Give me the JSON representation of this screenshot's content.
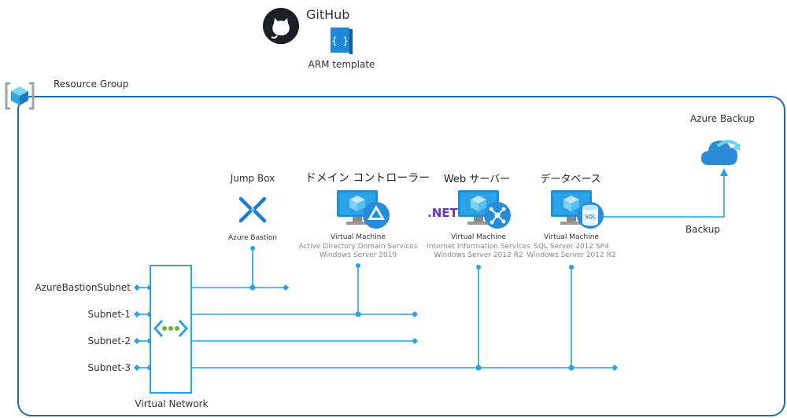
{
  "header": {
    "github": "GitHub",
    "arm_template": "ARM template"
  },
  "resource_group": {
    "label": "Resource Group"
  },
  "azure_backup": {
    "label": "Azure Backup",
    "link_label": "Backup"
  },
  "jump_box": {
    "title": "Jump Box",
    "service": "Azure Bastion"
  },
  "vms": [
    {
      "title": "ドメイン コントローラー",
      "type": "Virtual Machine",
      "line1": "Active Directory Domain Services",
      "line2": "Windows Server 2019"
    },
    {
      "title": "Web サーバー",
      "badge": ".NET",
      "type": "Virtual Machine",
      "line1": "Internet Information Services",
      "line2": "Windows Server 2012 R2"
    },
    {
      "title": "データベース",
      "type": "Virtual Machine",
      "line1": "SQL Server 2012 SP4",
      "line2": "Windows Server 2012 R2",
      "sql_badge": "SQL"
    }
  ],
  "subnets": [
    "AzureBastionSubnet",
    "Subnet-1",
    "Subnet-2",
    "Subnet-3"
  ],
  "virtual_network": {
    "label": "Virtual Network"
  },
  "colors": {
    "accent": "#29a3e0",
    "border": "#1f6aa5",
    "net_purple": "#6b33c9",
    "vnet_green": "#6cb33e"
  }
}
